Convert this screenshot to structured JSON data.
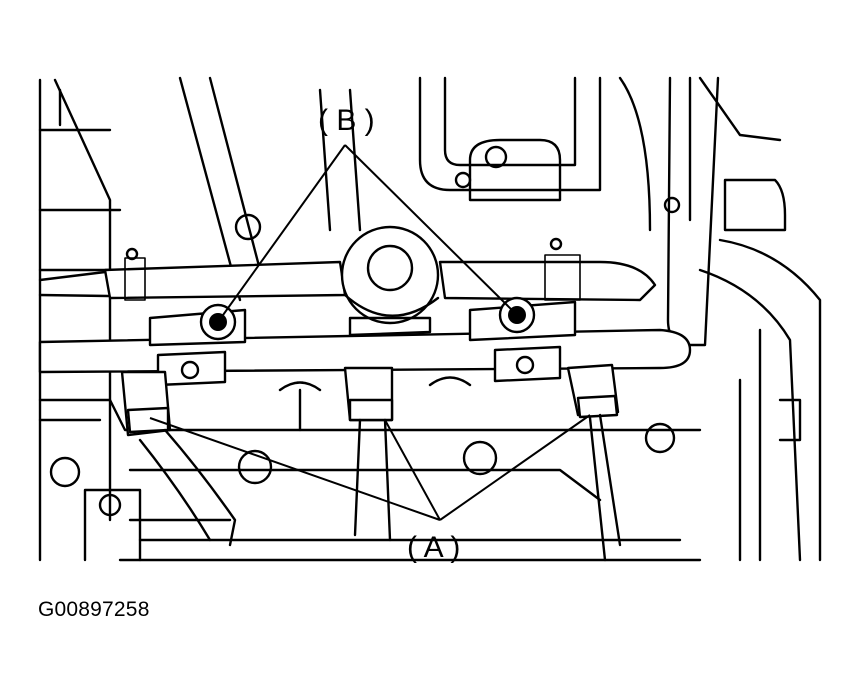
{
  "diagram": {
    "callouts": {
      "b_label": "( B )",
      "a_label": "( A )"
    },
    "figure_code": "G00897258"
  }
}
